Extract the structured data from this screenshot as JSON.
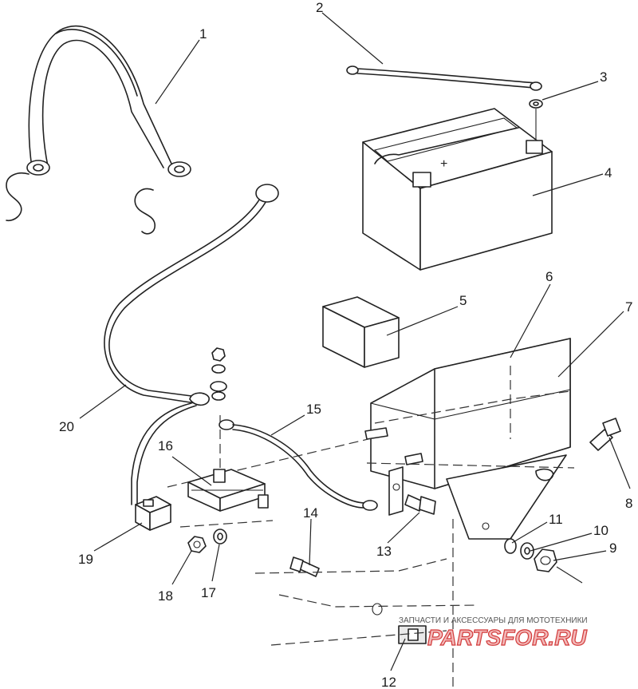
{
  "callouts": [
    {
      "id": "1",
      "label": "1"
    },
    {
      "id": "2",
      "label": "2"
    },
    {
      "id": "3",
      "label": "3"
    },
    {
      "id": "4",
      "label": "4"
    },
    {
      "id": "5",
      "label": "5"
    },
    {
      "id": "6",
      "label": "6"
    },
    {
      "id": "7",
      "label": "7"
    },
    {
      "id": "8",
      "label": "8"
    },
    {
      "id": "9",
      "label": "9"
    },
    {
      "id": "10",
      "label": "10"
    },
    {
      "id": "11",
      "label": "11"
    },
    {
      "id": "12",
      "label": "12"
    },
    {
      "id": "13",
      "label": "13"
    },
    {
      "id": "14",
      "label": "14"
    },
    {
      "id": "15",
      "label": "15"
    },
    {
      "id": "16",
      "label": "16"
    },
    {
      "id": "17",
      "label": "17"
    },
    {
      "id": "18",
      "label": "18"
    },
    {
      "id": "19",
      "label": "19"
    },
    {
      "id": "20",
      "label": "20"
    }
  ],
  "battery": {
    "plus_symbol": "+"
  },
  "watermark": {
    "top_text": "ЗАПЧАСТИ И АКСЕССУАРЫ ДЛЯ МОТОТЕХНИКИ",
    "brand_text": "PARTSFOR.RU",
    "text_color": "#d23a3a"
  }
}
